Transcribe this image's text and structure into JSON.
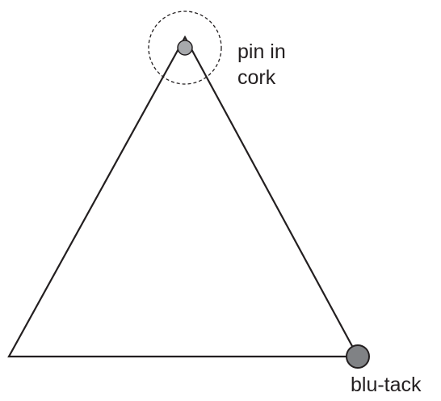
{
  "labels": {
    "pin_line1": "pin in",
    "pin_line2": "cork",
    "blu_tack": "blu-tack"
  },
  "colors": {
    "stroke": "#231f20",
    "pin_fill": "#a7a9ac",
    "blu_tack_fill": "#808285",
    "background": "#ffffff"
  }
}
